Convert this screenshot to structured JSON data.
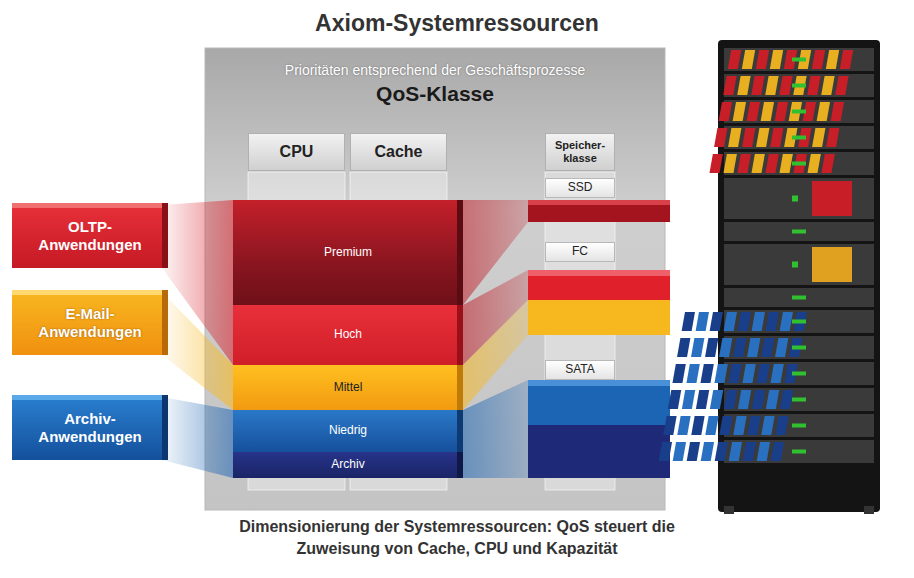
{
  "diagram": {
    "title": "Axiom-Systemressourcen",
    "caption": "Dimensionierung der Systemressourcen: QoS steuert die Zuweisung von Cache, CPU und Kapazität",
    "nodes": [
      {
        "text": [
          "Prioritäten entsprechend der Geschäftsprozesse",
          "QoS-Klasse"
        ]
      },
      {
        "text": [
          "CPU"
        ],
        "in": 0
      },
      {
        "text": [
          "Cache"
        ],
        "in": 0
      },
      {
        "text": [
          "Speicher- klasse"
        ],
        "in": 0
      },
      {
        "text": [
          "SSD"
        ],
        "in": 0
      },
      {
        "text": [
          "Premium"
        ],
        "in": 0
      },
      {
        "text": [
          "FC"
        ],
        "in": 0
      },
      {
        "text": [
          "Hoch"
        ],
        "in": 0
      },
      {
        "text": [
          "Mittel"
        ],
        "in": 0
      },
      {
        "text": [
          "SATA"
        ],
        "in": 0
      },
      {
        "text": [
          "Niedrig"
        ],
        "in": 0
      },
      {
        "text": [
          "Archiv"
        ],
        "in": 0
      },
      {
        "text": [
          "OLTP- Anwendungen"
        ]
      },
      {
        "text": [
          "E-Mail- Anwendungen"
        ]
      },
      {
        "text": [
          "Archiv- Anwendungen"
        ]
      }
    ]
  }
}
